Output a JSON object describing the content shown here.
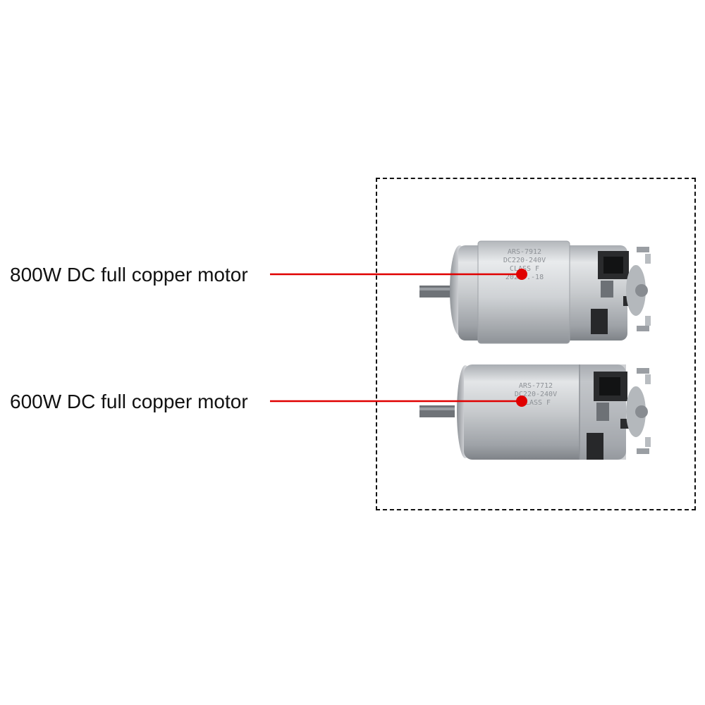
{
  "callouts": [
    {
      "label": "800W DC full copper motor"
    },
    {
      "label": "600W DC full copper motor"
    }
  ],
  "motors": [
    {
      "model": "ARS-7912",
      "voltage": "DC220-240V",
      "class": "CLASS F",
      "date": "2021-.-18"
    },
    {
      "model": "ARS-7712",
      "voltage": "DC220-240V",
      "class": "CLASS F"
    }
  ],
  "colors": {
    "leader_line": "#e00000",
    "frame": "#111111",
    "label_text": "#111111",
    "motor_body": "#c9cccf"
  }
}
